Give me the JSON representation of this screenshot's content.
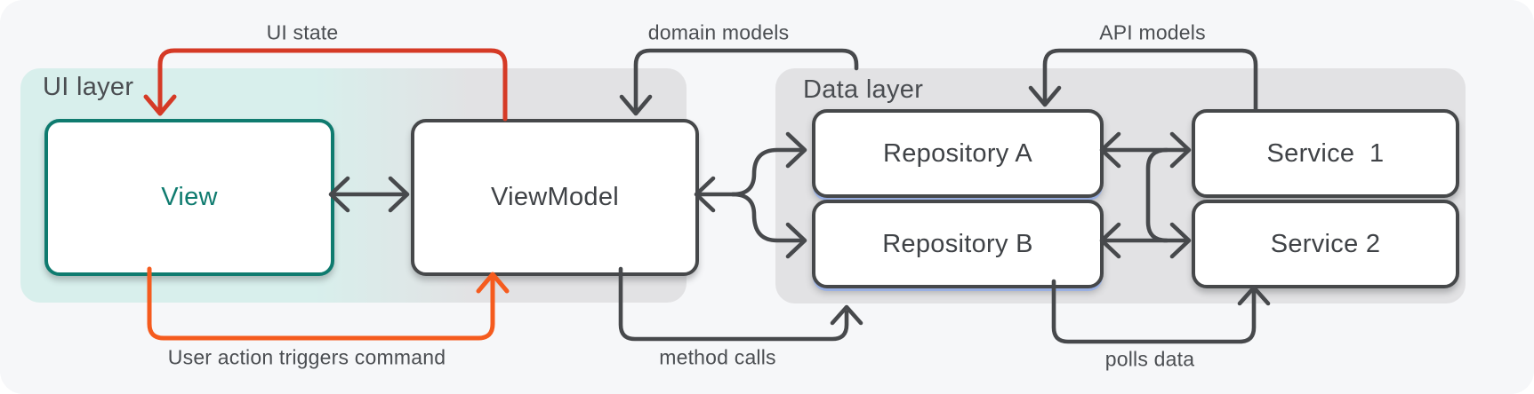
{
  "diagram": {
    "title_context": "MVVM UI/Data layer architecture diagram",
    "layers": [
      {
        "id": "ui-layer",
        "label": "UI layer"
      },
      {
        "id": "data-layer",
        "label": "Data layer"
      }
    ],
    "nodes": [
      {
        "id": "view",
        "label": "View"
      },
      {
        "id": "viewmodel",
        "label": "ViewModel"
      },
      {
        "id": "repo-a",
        "label": "Repository A"
      },
      {
        "id": "repo-b",
        "label": "Repository B"
      },
      {
        "id": "service-1",
        "label": "Service  1"
      },
      {
        "id": "service-2",
        "label": "Service 2"
      }
    ],
    "edge_labels": [
      {
        "id": "ui-state",
        "text": "UI state"
      },
      {
        "id": "domain-models",
        "text": "domain models"
      },
      {
        "id": "api-models",
        "text": "API models"
      },
      {
        "id": "user-action",
        "text": "User action triggers command"
      },
      {
        "id": "method-calls",
        "text": "method calls"
      },
      {
        "id": "polls-data",
        "text": "polls data"
      }
    ],
    "colors": {
      "background": "#f6f7f9",
      "ui_layer_tint": "#d8efec",
      "layer_gray": "#e2e2e4",
      "arrow_dark": "#47494c",
      "arrow_red": "#d53a26",
      "arrow_orange": "#f55b1e",
      "view_teal": "#0f7b6f",
      "text_gray": "#4a4d51"
    }
  }
}
